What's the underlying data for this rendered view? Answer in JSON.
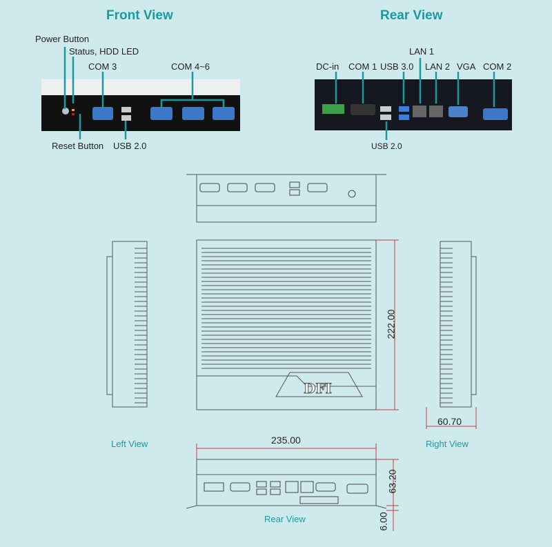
{
  "front_view": {
    "title": "Front View",
    "labels": {
      "power_button": "Power Button",
      "status_led": "Status, HDD LED",
      "com3": "COM 3",
      "com4_6": "COM 4~6",
      "reset_button": "Reset Button",
      "usb2": "USB 2.0"
    }
  },
  "rear_view": {
    "title": "Rear View",
    "labels": {
      "lan1": "LAN 1",
      "dc_in": "DC-in",
      "com1": "COM 1",
      "usb3": "USB 3.0",
      "lan2": "LAN 2",
      "vga": "VGA",
      "com2": "COM 2",
      "usb2": "USB 2.0"
    }
  },
  "drawing": {
    "left_view": "Left View",
    "right_view": "Right View",
    "rear_view": "Rear View",
    "logo": "DFI",
    "dimensions": {
      "depth": "222.00",
      "width": "235.00",
      "side_width": "60.70",
      "height": "63.20",
      "foot": "6.00"
    }
  },
  "colors": {
    "accent": "#1a9aa0",
    "dimension": "#cc3a3a",
    "background": "#cfeaed"
  }
}
